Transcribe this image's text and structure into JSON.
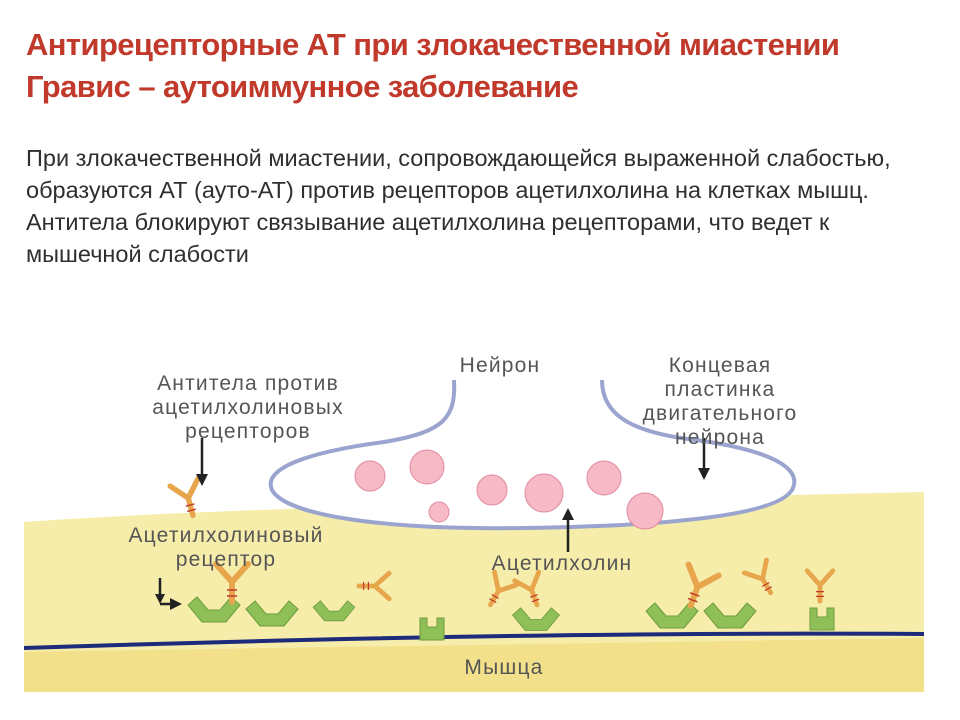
{
  "slide": {
    "title_line1": "Антирецепторные АТ при злокачественной миастении",
    "title_line2": "Гравис – аутоиммунное заболевание",
    "body": "При злокачественной миастении, сопровождающейся выраженной слабостью, образуются АТ (ауто-АТ) против рецепторов ацетилхолина на клетках мышц. Антитела блокируют связывание ацетилхолина рецепторами, что ведет к мышечной слабости"
  },
  "figure": {
    "neuron": "Нейрон",
    "endplate_l1": "Концевая",
    "endplate_l2": "пластинка",
    "endplate_l3": "двигательного",
    "endplate_l4": "нейрона",
    "antibodies_l1": "Антитела против",
    "antibodies_l2": "ацетилхолиновых",
    "antibodies_l3": "рецепторов",
    "receptor_l1": "Ацетилхолиновый",
    "receptor_l2": "рецептор",
    "acetylcholine": "Ацетилхолин",
    "muscle": "Мышца"
  },
  "colors": {
    "title": "#c0392b",
    "membrane": "#9aa4cf",
    "muscle_fill": "#f6edaa",
    "vesicle": "#f7b9c6",
    "receptor": "#8fbf57",
    "antibody": "#e7a54c",
    "muscle_line": "#1e2a7a"
  }
}
